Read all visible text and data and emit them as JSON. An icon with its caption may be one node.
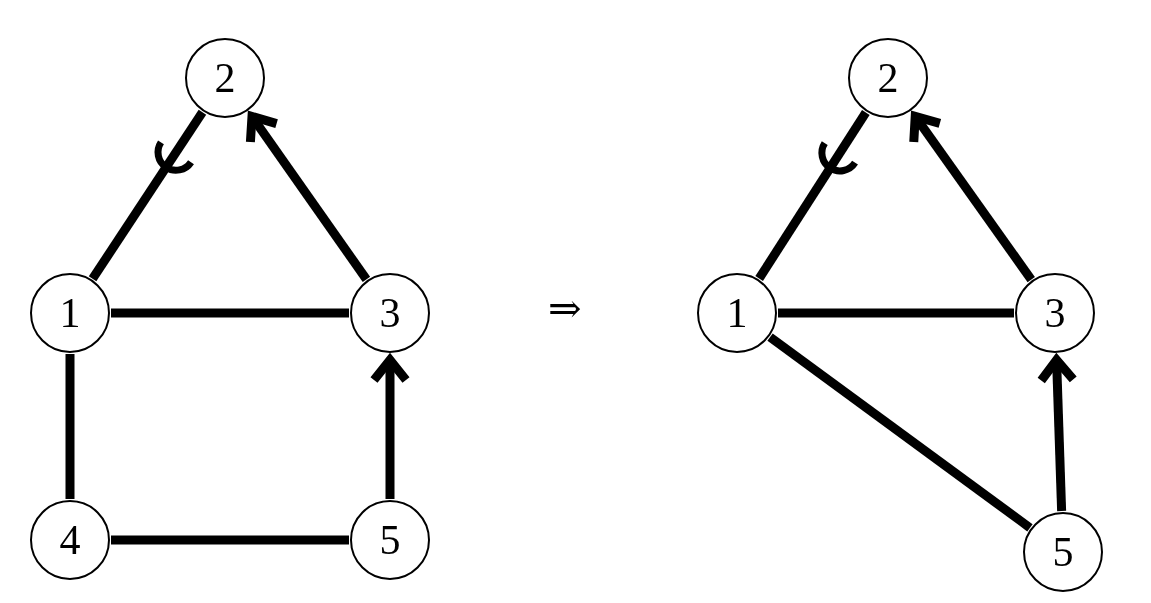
{
  "diagram": {
    "nodes": [
      {
        "text": [
          "2"
        ]
      },
      {
        "text": [
          "1"
        ]
      },
      {
        "text": [
          "3"
        ]
      },
      {
        "text": [
          "4"
        ]
      },
      {
        "text": [
          "5"
        ]
      },
      {
        "text": [
          "2"
        ]
      },
      {
        "text": [
          "1"
        ]
      },
      {
        "text": [
          "3"
        ]
      },
      {
        "text": [
          "5"
        ]
      }
    ],
    "edges": [
      {
        "from": 1,
        "to": 0,
        "arrow": "other"
      },
      {
        "from": 2,
        "to": 0,
        "arrow": "to"
      },
      {
        "from": 1,
        "to": 2,
        "arrow": "none"
      },
      {
        "from": 1,
        "to": 3,
        "arrow": "none"
      },
      {
        "from": 3,
        "to": 4,
        "arrow": "none"
      },
      {
        "from": 4,
        "to": 2,
        "arrow": "to"
      },
      {
        "from": 6,
        "to": 5,
        "arrow": "other"
      },
      {
        "from": 7,
        "to": 5,
        "arrow": "to"
      },
      {
        "from": 6,
        "to": 7,
        "arrow": "none"
      },
      {
        "from": 6,
        "to": 8,
        "arrow": "none"
      },
      {
        "from": 8,
        "to": 7,
        "arrow": "to"
      }
    ],
    "labels": [
      "⇒"
    ]
  }
}
